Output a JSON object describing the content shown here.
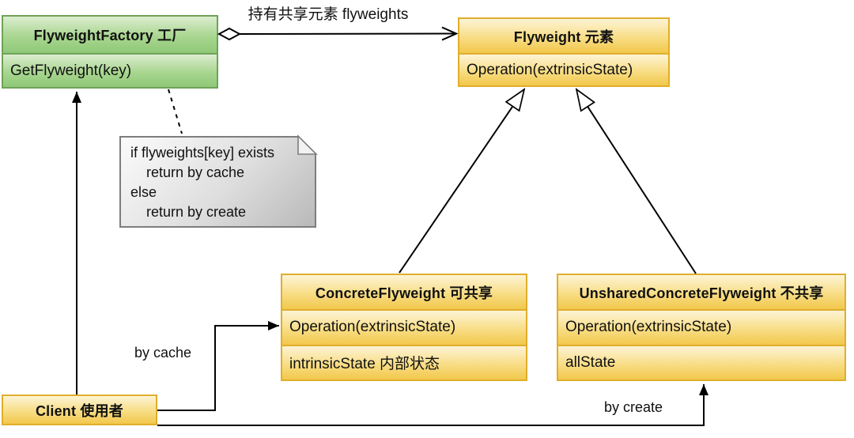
{
  "classes": {
    "factory": {
      "title": "FlyweightFactory 工厂",
      "members": [
        "GetFlyweight(key)"
      ]
    },
    "flyweight": {
      "title": "Flyweight 元素",
      "members": [
        "Operation(extrinsicState)"
      ]
    },
    "concrete": {
      "title": "ConcreteFlyweight 可共享",
      "members": [
        "Operation(extrinsicState)",
        "intrinsicState 内部状态"
      ]
    },
    "unshared": {
      "title": "UnsharedConcreteFlyweight 不共享",
      "members": [
        "Operation(extrinsicState)",
        "allState"
      ]
    },
    "client": {
      "title": "Client 使用者"
    }
  },
  "note": {
    "lines": [
      "if flyweights[key] exists",
      "    return by cache",
      "else",
      "    return by create"
    ]
  },
  "edges": {
    "aggregation": {
      "label": "持有共享元素 flyweights"
    },
    "by_cache": {
      "label": "by cache"
    },
    "by_create": {
      "label": "by create"
    }
  },
  "colors": {
    "factory_fill_top": "#dcedd0",
    "factory_fill_bottom": "#8fc878",
    "factory_border": "#6fa356",
    "class_fill_top": "#fdf4d6",
    "class_fill_bottom": "#f2c84b",
    "class_border": "#dfae2c",
    "note_fill_top": "#fbfbfb",
    "note_fill_bottom": "#b9b9b9",
    "note_border": "#7d7d7d",
    "connector": "#000000",
    "background": "#ffffff"
  }
}
